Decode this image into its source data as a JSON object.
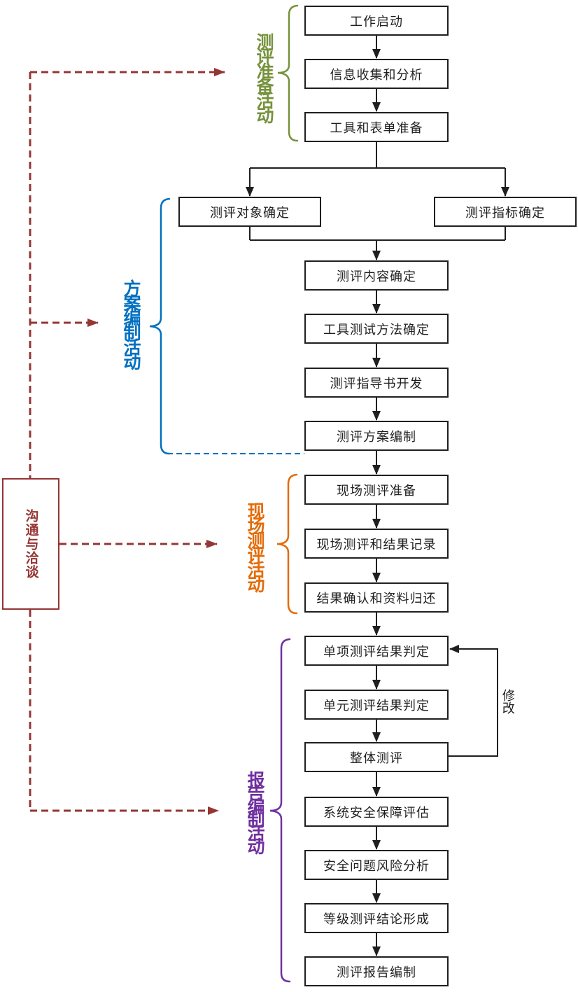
{
  "diagram": {
    "side_box": {
      "label": "沟通与洽谈",
      "color": "#943634"
    },
    "feedback": {
      "label": "修改"
    },
    "sections": [
      {
        "id": "preparation",
        "label": "测评准备活动",
        "color": "#76923C",
        "nodes": [
          "工作启动",
          "信息收集和分析",
          "工具和表单准备"
        ]
      },
      {
        "id": "planning",
        "label": "方案编制活动",
        "color": "#0070C0",
        "nodes": [
          "测评对象确定",
          "测评指标确定",
          "测评内容确定",
          "工具测试方法确定",
          "测评指导书开发",
          "测评方案编制"
        ]
      },
      {
        "id": "onsite",
        "label": "现场测评活动",
        "color": "#E36C0A",
        "nodes": [
          "现场测评准备",
          "现场测评和结果记录",
          "结果确认和资料归还"
        ]
      },
      {
        "id": "reporting",
        "label": "报告编制活动",
        "color": "#7030A0",
        "nodes": [
          "单项测评结果判定",
          "单元测评结果判定",
          "整体测评",
          "系统安全保障评估",
          "安全问题风险分析",
          "等级测评结论形成",
          "测评报告编制"
        ]
      }
    ],
    "nodes": [
      {
        "label": "工作启动"
      },
      {
        "label": "信息收集和分析"
      },
      {
        "label": "工具和表单准备"
      },
      {
        "label": "测评对象确定"
      },
      {
        "label": "测评指标确定"
      },
      {
        "label": "测评内容确定"
      },
      {
        "label": "工具测试方法确定"
      },
      {
        "label": "测评指导书开发"
      },
      {
        "label": "测评方案编制"
      },
      {
        "label": "现场测评准备"
      },
      {
        "label": "现场测评和结果记录"
      },
      {
        "label": "结果确认和资料归还"
      },
      {
        "label": "单项测评结果判定"
      },
      {
        "label": "单元测评结果判定"
      },
      {
        "label": "整体测评"
      },
      {
        "label": "系统安全保障评估"
      },
      {
        "label": "安全问题风险分析"
      },
      {
        "label": "等级测评结论形成"
      },
      {
        "label": "测评报告编制"
      }
    ],
    "edges": {
      "feedback_edge": {
        "from": "整体测评",
        "to": "单项测评结果判定",
        "label": "修改"
      },
      "communication_targets": [
        "测评准备活动",
        "方案编制活动",
        "现场测评活动",
        "报告编制活动"
      ]
    },
    "colors": {
      "connector": "#1f1f1f",
      "box_border": "#1f1f1f",
      "box_fill": "#ffffff"
    }
  }
}
